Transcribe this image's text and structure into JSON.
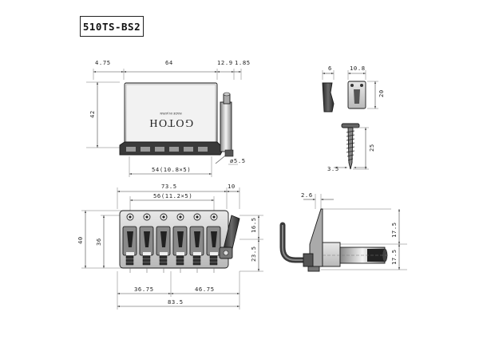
{
  "title": "510TS-BS2",
  "logo": "GOTOH",
  "logo_subtext": "MADE IN JAPAN",
  "dims": {
    "top_left": "4.75",
    "top_width": "64",
    "top_r1": "12.9",
    "top_r2": "1.85",
    "top_height": "42",
    "top_spacing": "54(10.8×5)",
    "post_dia": "ø5.5",
    "screw_a": "6",
    "screw_b": "10.8",
    "screw_h": "20",
    "screw_len": "25",
    "screw_d": "3.5",
    "front_width": "73.5",
    "front_r": "10",
    "front_spacing": "56(11.2×5)",
    "front_h1": "40",
    "front_h2": "36",
    "front_h3": "16.5",
    "front_h4": "23.5",
    "front_b1": "36.75",
    "front_b2": "46.75",
    "front_total": "83.5",
    "side_a": "2.6",
    "side_b": "17.5",
    "side_c": "17.5"
  }
}
